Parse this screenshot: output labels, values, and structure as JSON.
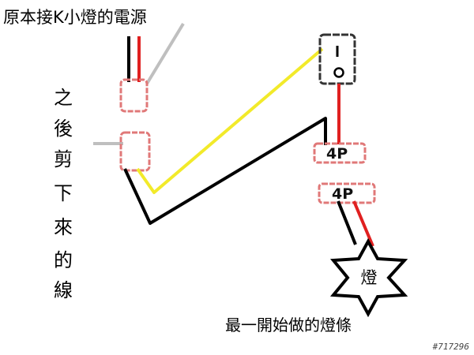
{
  "title": "原本接K小燈的電源",
  "side_label_chars": [
    "之",
    "後",
    "剪",
    "下",
    "來",
    "的",
    "線"
  ],
  "bottom_label": "最一開始做的燈條",
  "connector_top": "4P",
  "connector_bottom": "4P",
  "lamp_label": "燈",
  "signature": "#717296",
  "colors": {
    "red": "#e02020",
    "black": "#000000",
    "yellow": "#f2ea2a",
    "gray": "#bfbfbf",
    "connector_outline": "#e07878",
    "switch_outline": "#333333"
  }
}
